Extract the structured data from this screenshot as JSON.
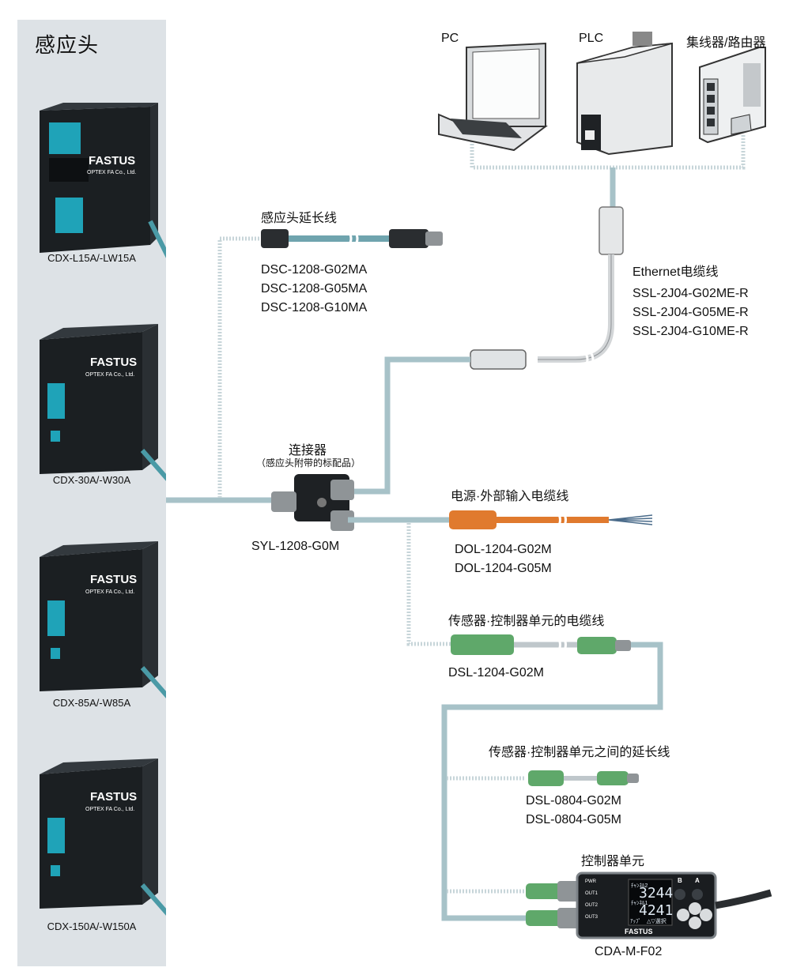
{
  "sensor_panel": {
    "title": "感应头",
    "sensors": [
      {
        "model": "CDX-L15A/-LW15A"
      },
      {
        "model": "CDX-30A/-W30A"
      },
      {
        "model": "CDX-85A/-W85A"
      },
      {
        "model": "CDX-150A/-W150A"
      }
    ],
    "brand": "FASTUS",
    "brand_sub": "OPTEX FA Co., Ltd."
  },
  "devices": {
    "pc": "PC",
    "plc": "PLC",
    "hub": "集线器/路由器"
  },
  "head_extension_cable": {
    "title": "感应头延长线",
    "models": [
      "DSC-1208-G02MA",
      "DSC-1208-G05MA",
      "DSC-1208-G10MA"
    ]
  },
  "ethernet_cable": {
    "title": "Ethernet电缆线",
    "models": [
      "SSL-2J04-G02ME-R",
      "SSL-2J04-G05ME-R",
      "SSL-2J04-G10ME-R"
    ]
  },
  "connector": {
    "title": "连接器",
    "note": "（感应头附带的标配品）",
    "model": "SYL-1208-G0M"
  },
  "power_cable": {
    "title": "电源·外部输入电缆线",
    "models": [
      "DOL-1204-G02M",
      "DOL-1204-G05M"
    ]
  },
  "sensor_controller_cable": {
    "title": "传感器·控制器单元的电缆线",
    "models": [
      "DSL-1204-G02M"
    ]
  },
  "controller_extension": {
    "title": "传感器·控制器单元之间的延长线",
    "models": [
      "DSL-0804-G02M",
      "DSL-0804-G05M"
    ]
  },
  "controller_unit": {
    "title": "控制器单元",
    "model": "CDA-M-F02",
    "display_line1": "3244",
    "display_line2": "4241",
    "ch1_label": "ﾁｬﾝﾈﾙ2",
    "ch2_label": "ﾁｬﾝﾈﾙ1",
    "pwr": "PWR",
    "out1": "OUT1",
    "out2": "OUT2",
    "out3": "OUT3",
    "btn_b": "B",
    "btn_a": "A",
    "footer_left": "ｱｯﾌﾟ",
    "footer_right": "△▽選択"
  },
  "colors": {
    "cable_blue": "#9cc4cc",
    "panel_bg": "#dde2e6",
    "power_orange": "#e07a2e",
    "connector_green": "#5fa86a"
  }
}
